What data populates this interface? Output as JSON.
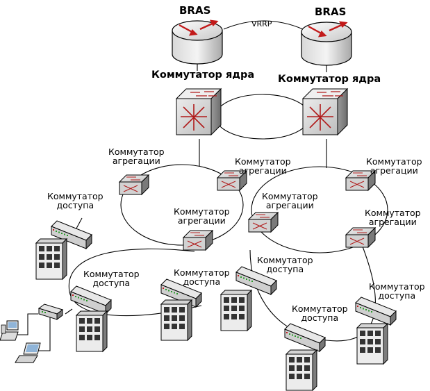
{
  "labels": {
    "bras": "BRAS",
    "vrrp": "VRRP",
    "core_switch": "Коммутатор ядра",
    "agg_line1": "Коммутатор",
    "agg_line2": "агрегации",
    "access_line1": "Коммутатор",
    "access_line2": "доступа"
  }
}
